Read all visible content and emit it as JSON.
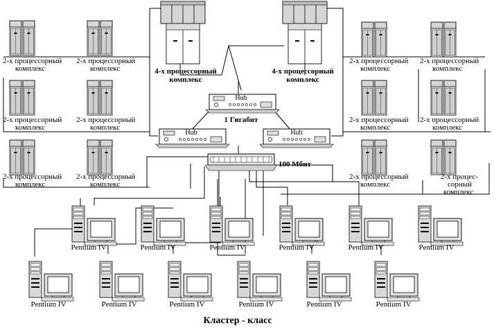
{
  "title": "Кластер - класс",
  "links": {
    "gigabit": "1 Гигабит",
    "fast_ethernet": "100 Мбит"
  },
  "hubs": {
    "top": "Hub",
    "left": "Hub",
    "right": "Hub"
  },
  "big_servers": {
    "left_line1": "4-х процессорный",
    "left_line2": "комплекс",
    "right_line1": "4-х процессорный",
    "right_line2": "комплекс"
  },
  "servers_2cpu": {
    "L1": [
      "2-х процессорный",
      "комплекс"
    ],
    "L2": [
      "2-х процессорный",
      "комплекс"
    ],
    "L3": [
      "2-х процессорный",
      "комплекс"
    ],
    "L4": [
      "2-х процессорный",
      "комплекс"
    ],
    "L5": [
      "2-х процессорный",
      "комплекс"
    ],
    "L6": [
      "2-х процессорный",
      "комплекс"
    ],
    "R1": [
      "2-х процессорный",
      "комплекс"
    ],
    "R2": [
      "2-х процессорный",
      "комплекс"
    ],
    "R3": [
      "2-х процессорный",
      "комплекс"
    ],
    "R4": [
      "2-х процессорный",
      "комплекс"
    ],
    "R5": [
      "2-х процессорный",
      "комплекс"
    ],
    "R6": [
      "2-х процес-",
      "сорный",
      "комплекс"
    ]
  },
  "pcs": {
    "r1": [
      "Pentium IV",
      "Pentium IV",
      "Pentium IV",
      "Pentium IV",
      "Pentium IV",
      "Pentium IV"
    ],
    "r2": [
      "Pentium IV",
      "Pentium IV",
      "Pentium IV",
      "Pentium IV",
      "Pentium IV",
      "Pentium IV"
    ]
  }
}
